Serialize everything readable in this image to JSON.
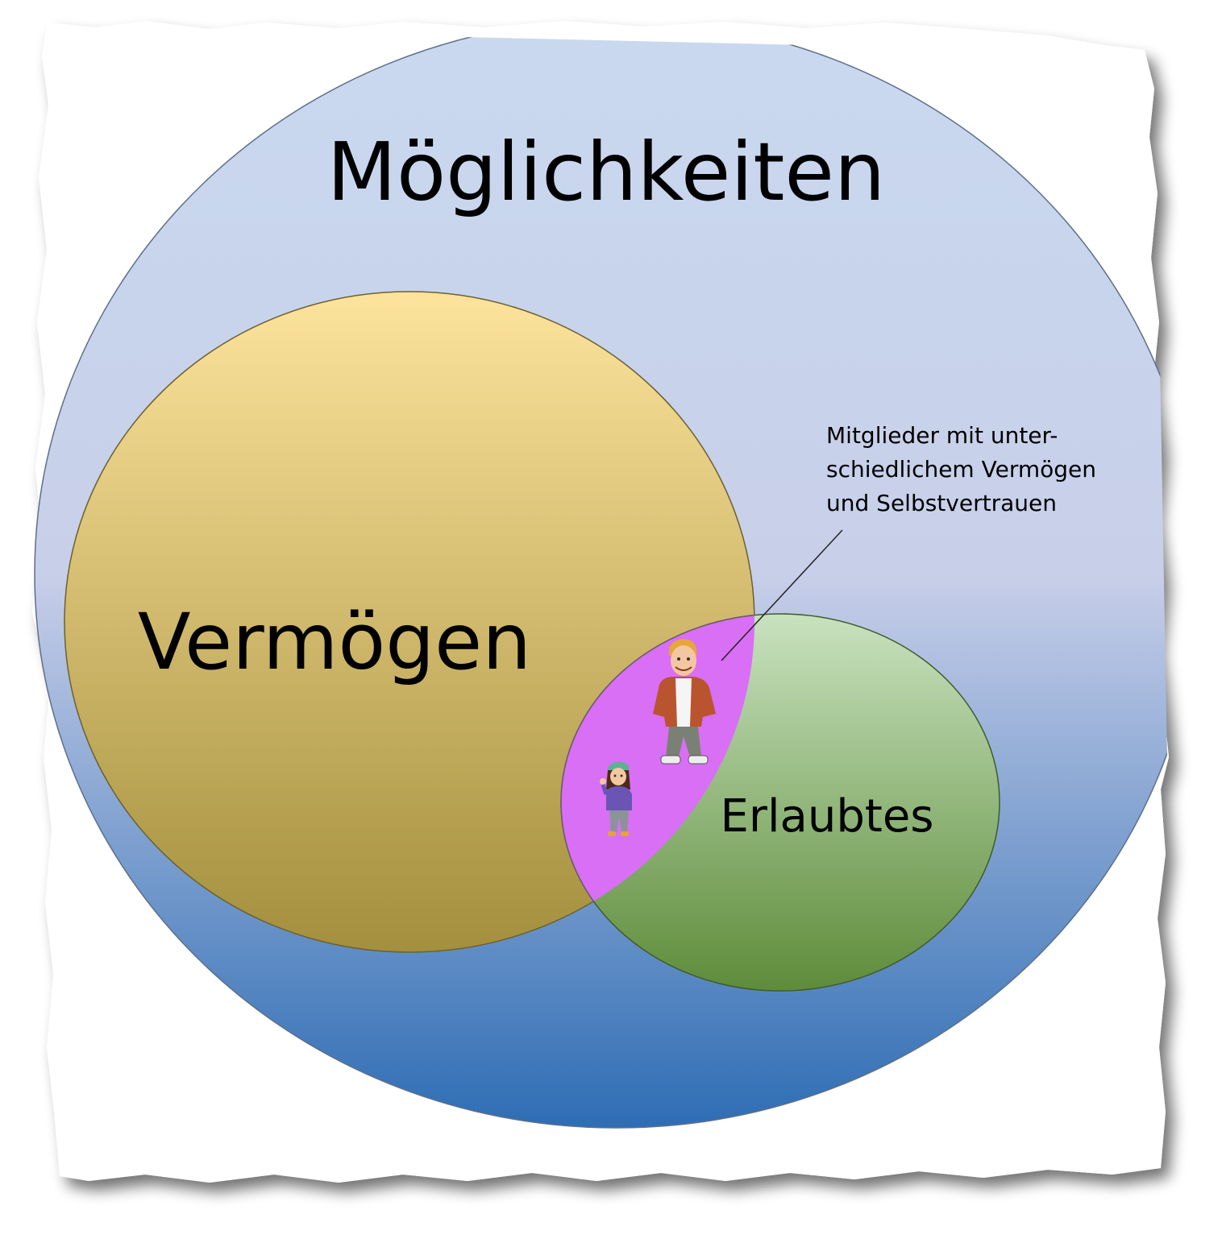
{
  "diagram": {
    "outer_label": "Möglichkeiten",
    "left_label": "Vermögen",
    "right_label": "Erlaubtes",
    "callout_lines": [
      "Mitglieder mit unter-",
      "schiedlichem Vermögen",
      "und Selbstvertrauen"
    ]
  },
  "colors": {
    "outer_top": "#c9d9ef",
    "outer_mid": "#c8cfe9",
    "outer_bottom": "#2e6db4",
    "vermoegen_top": "#fde39c",
    "vermoegen_bottom": "#a38f3d",
    "erlaubtes_top": "#c8e2bf",
    "erlaubtes_bottom": "#5e8c3a",
    "intersection": "#d86ff5"
  },
  "icons": [
    "boy-avatar-icon",
    "girl-avatar-icon"
  ]
}
